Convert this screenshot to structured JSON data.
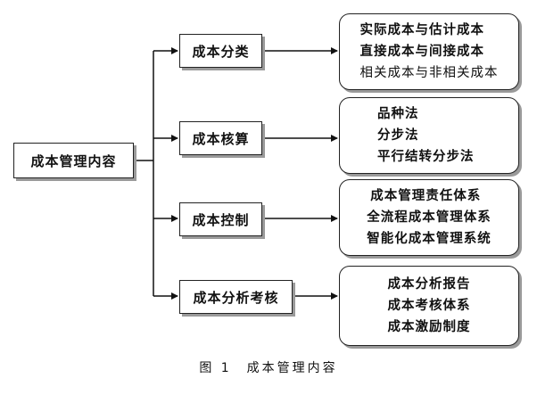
{
  "root": {
    "label": "成本管理内容"
  },
  "branches": [
    {
      "label": "成本分类",
      "items": [
        "实际成本与估计成本",
        "直接成本与间接成本",
        "相关成本与非相关成本"
      ]
    },
    {
      "label": "成本核算",
      "items": [
        "品种法",
        "分步法",
        "平行结转分步法"
      ]
    },
    {
      "label": "成本控制",
      "items": [
        "成本管理责任体系",
        "全流程成本管理体系",
        "智能化成本管理系统"
      ]
    },
    {
      "label": "成本分析考核",
      "items": [
        "成本分析报告",
        "成本考核体系",
        "成本激励制度"
      ]
    }
  ],
  "caption": "图 1　成本管理内容"
}
